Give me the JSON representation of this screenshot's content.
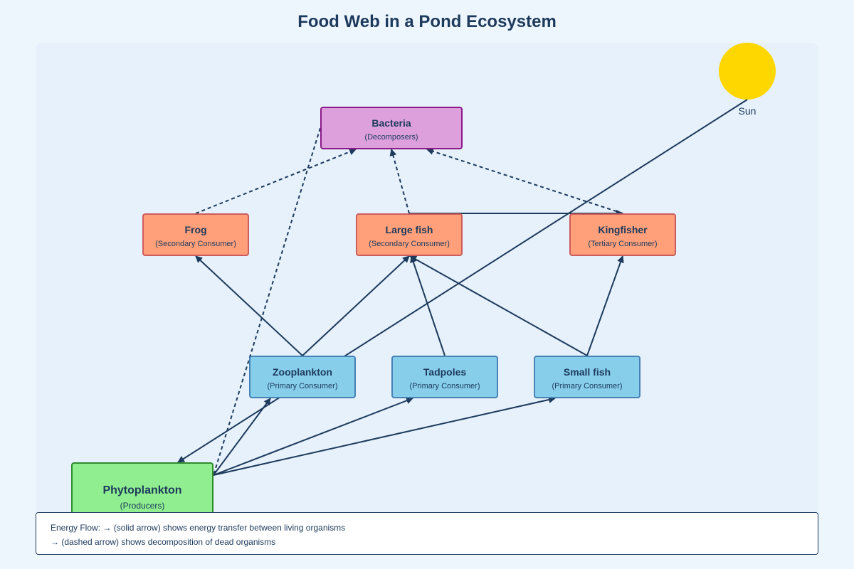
{
  "title": "Food Web in a Pond Ecosystem",
  "sun": {
    "label": "Sun",
    "color": "#ffd700"
  },
  "nodes": {
    "bacteria": {
      "name": "Bacteria",
      "role": "(Decomposers)"
    },
    "frog": {
      "name": "Frog",
      "role": "(Secondary Consumer)"
    },
    "large_fish": {
      "name": "Large fish",
      "role": "(Secondary Consumer)"
    },
    "kingfisher": {
      "name": "Kingfisher",
      "role": "(Tertiary Consumer)"
    },
    "zooplankton": {
      "name": "Zooplankton",
      "role": "(Primary Consumer)"
    },
    "tadpoles": {
      "name": "Tadpoles",
      "role": "(Primary Consumer)"
    },
    "small_fish": {
      "name": "Small fish",
      "role": "(Primary Consumer)"
    },
    "phytoplankton": {
      "name": "Phytoplankton",
      "role": "(Producers)"
    }
  },
  "links": [
    {
      "from": "sun",
      "to": "phytoplankton",
      "style": "solid"
    },
    {
      "from": "phytoplankton",
      "to": "zooplankton",
      "style": "solid"
    },
    {
      "from": "phytoplankton",
      "to": "tadpoles",
      "style": "solid"
    },
    {
      "from": "phytoplankton",
      "to": "small_fish",
      "style": "solid"
    },
    {
      "from": "zooplankton",
      "to": "frog",
      "style": "solid"
    },
    {
      "from": "zooplankton",
      "to": "large_fish",
      "style": "solid"
    },
    {
      "from": "tadpoles",
      "to": "large_fish",
      "style": "solid"
    },
    {
      "from": "small_fish",
      "to": "large_fish",
      "style": "solid"
    },
    {
      "from": "small_fish",
      "to": "kingfisher",
      "style": "solid"
    },
    {
      "from": "large_fish",
      "to": "kingfisher",
      "style": "solid"
    },
    {
      "from": "frog",
      "to": "bacteria",
      "style": "dashed"
    },
    {
      "from": "large_fish",
      "to": "bacteria",
      "style": "dashed"
    },
    {
      "from": "kingfisher",
      "to": "bacteria",
      "style": "dashed"
    },
    {
      "from": "bacteria",
      "to": "phytoplankton",
      "style": "dashed"
    }
  ],
  "legend": {
    "line1": "Energy Flow: → (solid arrow) shows energy transfer between living organisms",
    "line2": "→ (dashed arrow) shows decomposition of dead organisms"
  },
  "colors": {
    "arrow": "#1d3a5c",
    "decomposer": "#dda0dd",
    "secondary_consumer": "#ffa07a",
    "primary_consumer": "#87ceeb",
    "producer": "#90ee90"
  }
}
